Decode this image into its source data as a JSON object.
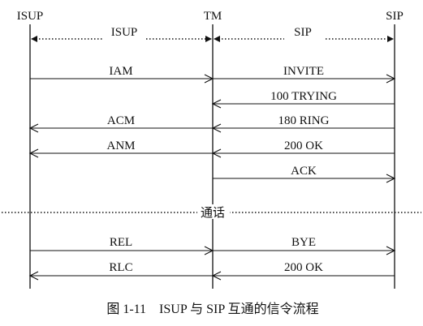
{
  "diagram": {
    "participants": [
      {
        "id": "isup",
        "label": "ISUP"
      },
      {
        "id": "tm",
        "label": "TM"
      },
      {
        "id": "sip",
        "label": "SIP"
      }
    ],
    "domains": [
      {
        "label": "ISUP",
        "from": "isup",
        "to": "tm"
      },
      {
        "label": "SIP",
        "from": "tm",
        "to": "sip"
      }
    ],
    "messages": [
      {
        "label": "IAM",
        "from": "isup",
        "to": "tm"
      },
      {
        "label": "INVITE",
        "from": "tm",
        "to": "sip"
      },
      {
        "label": "100 TRYING",
        "from": "sip",
        "to": "tm"
      },
      {
        "label": "ACM",
        "from": "tm",
        "to": "isup"
      },
      {
        "label": "180 RING",
        "from": "sip",
        "to": "tm"
      },
      {
        "label": "ANM",
        "from": "tm",
        "to": "isup"
      },
      {
        "label": "200 OK",
        "from": "sip",
        "to": "tm"
      },
      {
        "label": "ACK",
        "from": "tm",
        "to": "sip"
      },
      {
        "label": "REL",
        "from": "isup",
        "to": "tm"
      },
      {
        "label": "BYE",
        "from": "tm",
        "to": "sip"
      },
      {
        "label": "RLC",
        "from": "tm",
        "to": "isup"
      },
      {
        "label": "200 OK",
        "from": "sip",
        "to": "tm"
      }
    ],
    "divider_label": "通话",
    "caption": "图 1-11    ISUP 与 SIP 互通的信令流程"
  }
}
